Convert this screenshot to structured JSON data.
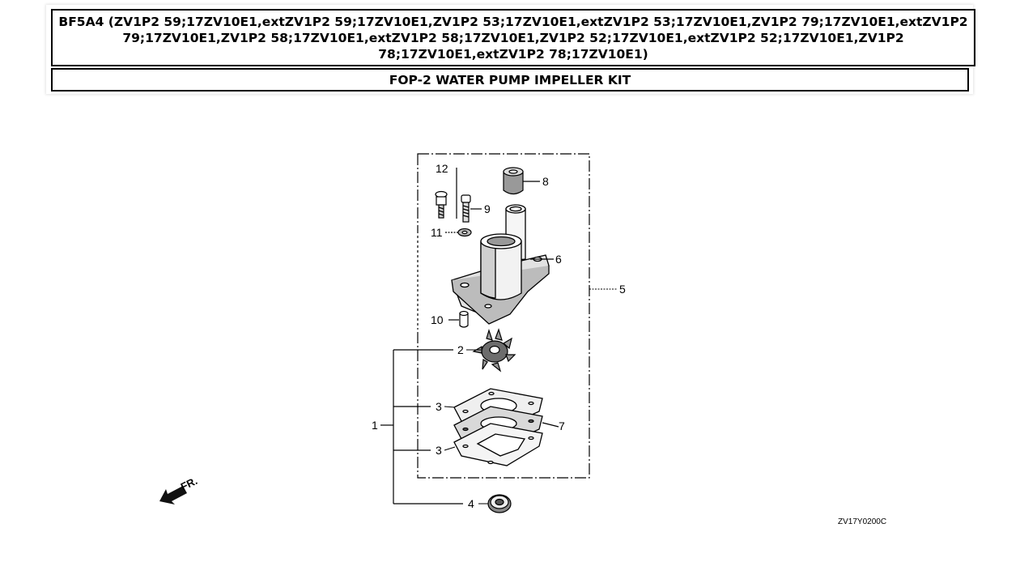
{
  "header": {
    "model_line": "BF5A4 (ZV1P2 59;17ZV10E1,extZV1P2 59;17ZV10E1,ZV1P2 53;17ZV10E1,extZV1P2 53;17ZV10E1,ZV1P2 79;17ZV10E1,extZV1P2 79;17ZV10E1,ZV1P2 58;17ZV10E1,extZV1P2 58;17ZV10E1,ZV1P2 52;17ZV10E1,extZV1P2 52;17ZV10E1,ZV1P2 78;17ZV10E1,extZV1P2 78;17ZV10E1)",
    "section_title": "FOP-2 WATER PUMP IMPELLER KIT"
  },
  "diagram": {
    "callouts": {
      "c1": "1",
      "c2": "2",
      "c3a": "3",
      "c3b": "3",
      "c4": "4",
      "c5": "5",
      "c6": "6",
      "c7": "7",
      "c8": "8",
      "c9": "9",
      "c10": "10",
      "c11": "11",
      "c12": "12"
    },
    "direction_label": "FR.",
    "drawing_code": "ZV17Y0200C"
  }
}
